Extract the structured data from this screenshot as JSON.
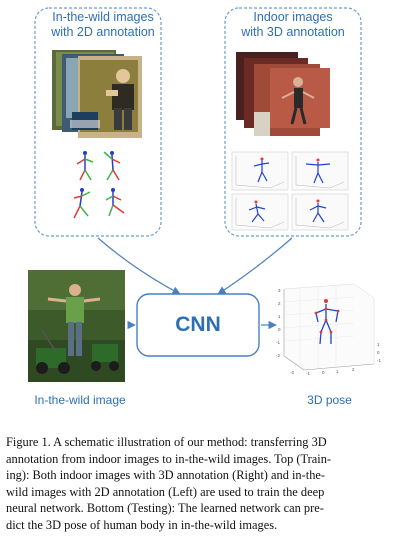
{
  "figure": {
    "label_2d": [
      "In-the-wild images",
      "with 2D annotation"
    ],
    "label_3d": [
      "Indoor images",
      "with 3D annotation"
    ],
    "cnn": "CNN",
    "label_wild": "In-the-wild image",
    "label_pose": "3D pose",
    "accent_color": "#2d6fb4"
  },
  "caption": {
    "lines": [
      "Figure 1. A schematic illustration of our method: transferring 3D",
      "annotation from indoor images to in-the-wild images. Top (Train-",
      "ing): Both indoor images with 3D annotation (Right) and in-the-",
      "wild images with 2D annotation (Left) are used to train the deep",
      "neural network. Bottom (Testing): The learned network can pre-",
      "dict the 3D pose of human body in in-the-wild images."
    ]
  }
}
